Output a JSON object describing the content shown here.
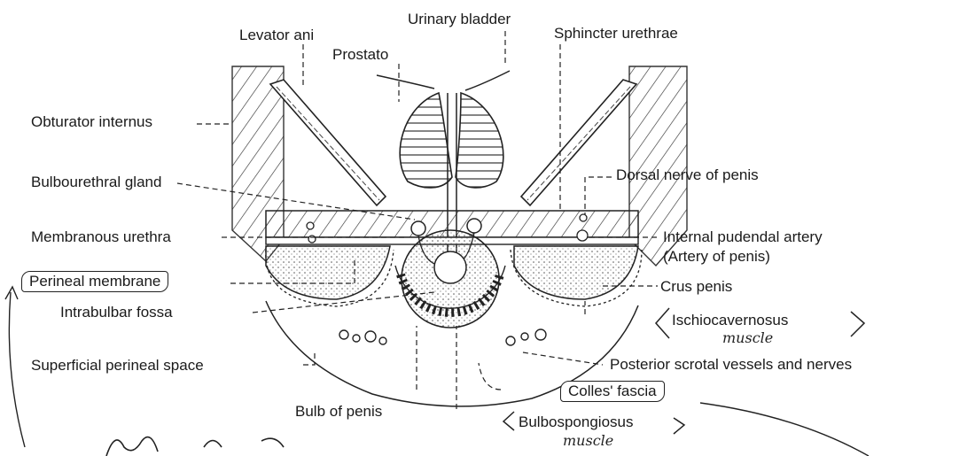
{
  "labels": {
    "urinary_bladder": "Urinary bladder",
    "levator_ani": "Levator ani",
    "prostate": "Prostato",
    "sphincter_urethrae": "Sphincter urethrae",
    "obturator_internus": "Obturator internus",
    "dorsal_nerve": "Dorsal nerve of penis",
    "bulbourethral_gland": "Bulbourethral gland",
    "membranous_urethra": "Membranous urethra",
    "internal_pudendal_artery": "Internal pudendal artery",
    "artery_of_penis": "(Artery of penis)",
    "perineal_membrane": "Perineal membrane",
    "crus_penis": "Crus penis",
    "intrabulbar_fossa": "Intrabulbar fossa",
    "ischiocavernosus": "Ischiocavernosus",
    "ischiocavernosus_note": "muscle",
    "superficial_perineal_space": "Superficial perineal space",
    "posterior_scrotal": "Posterior scrotal vessels and nerves",
    "colles_fascia": "Colles' fascia",
    "bulb_of_penis": "Bulb of penis",
    "bulbospongiosus": "Bulbospongiosus",
    "bulbospongiosus_note": "muscle"
  },
  "colors": {
    "ink": "#1a1a1a",
    "background": "#ffffff"
  }
}
